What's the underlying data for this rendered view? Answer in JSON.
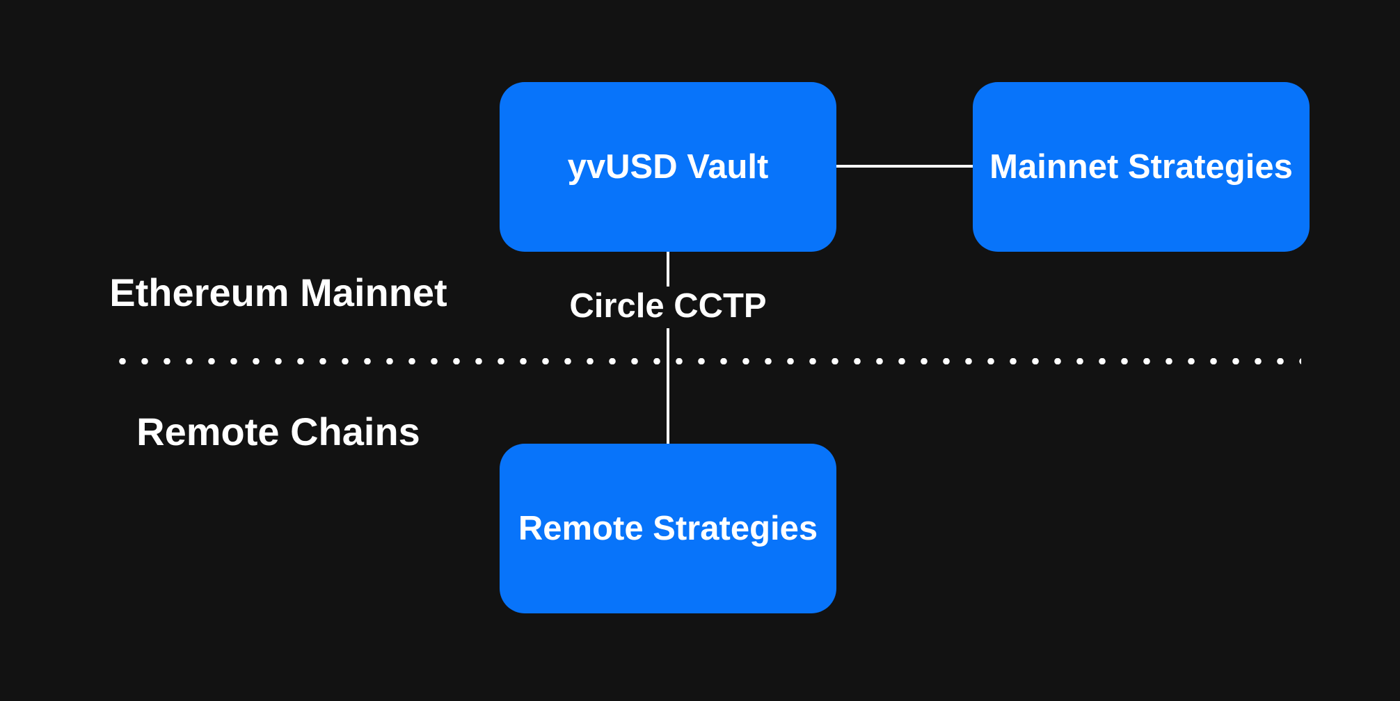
{
  "colors": {
    "background": "#121212",
    "node_fill": "#0874fa",
    "text": "#ffffff",
    "line": "#ffffff"
  },
  "regions": {
    "top": "Ethereum Mainnet",
    "bottom": "Remote Chains"
  },
  "nodes": {
    "vault": "yvUSD Vault",
    "mainnet_strategies": "Mainnet Strategies",
    "remote_strategies": "Remote Strategies"
  },
  "edges": {
    "bridge": "Circle CCTP"
  }
}
